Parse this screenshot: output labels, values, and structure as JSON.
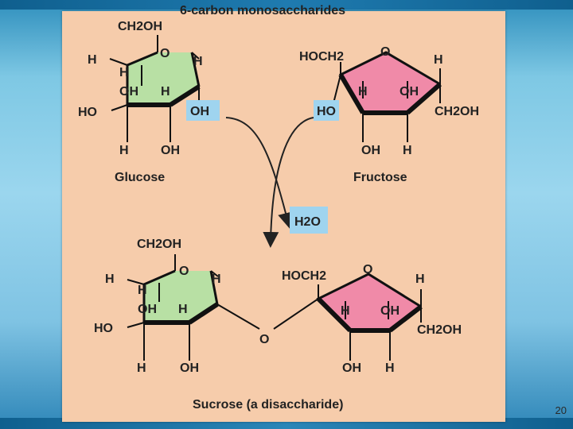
{
  "slide": {
    "page_number": "20",
    "title_fragment": "6-carbon monosaccharides"
  },
  "glucose": {
    "caption": "Glucose",
    "ch2oh": "CH2OH",
    "ring_o": "O",
    "h_c5_left": "H",
    "h_c1_right": "H",
    "h_c4_inner": "H",
    "oh_c4_inner": "OH",
    "h_c3_inner": "H",
    "ho_c4": "HO",
    "oh_c1": "OH",
    "h_c3_bottom": "H",
    "oh_c2_bottom": "OH"
  },
  "fructose": {
    "caption": "Fructose",
    "hoch2": "HOCH2",
    "ring_o": "O",
    "h_c5_right": "H",
    "h_inner_left": "H",
    "oh_inner_right": "OH",
    "ho_c2": "HO",
    "ch2oh_right": "CH2OH",
    "oh_bottom": "OH",
    "h_bottom": "H"
  },
  "water": {
    "label": "H2O"
  },
  "sucrose": {
    "caption": "Sucrose (a disaccharide)",
    "glycosidic_o": "O"
  },
  "colors": {
    "panel": "#f6ccab",
    "glucose_ring": "#b8e0a4",
    "fructose_ring": "#f08aa8",
    "highlight": "#9fd4ef",
    "bond": "#111111"
  }
}
